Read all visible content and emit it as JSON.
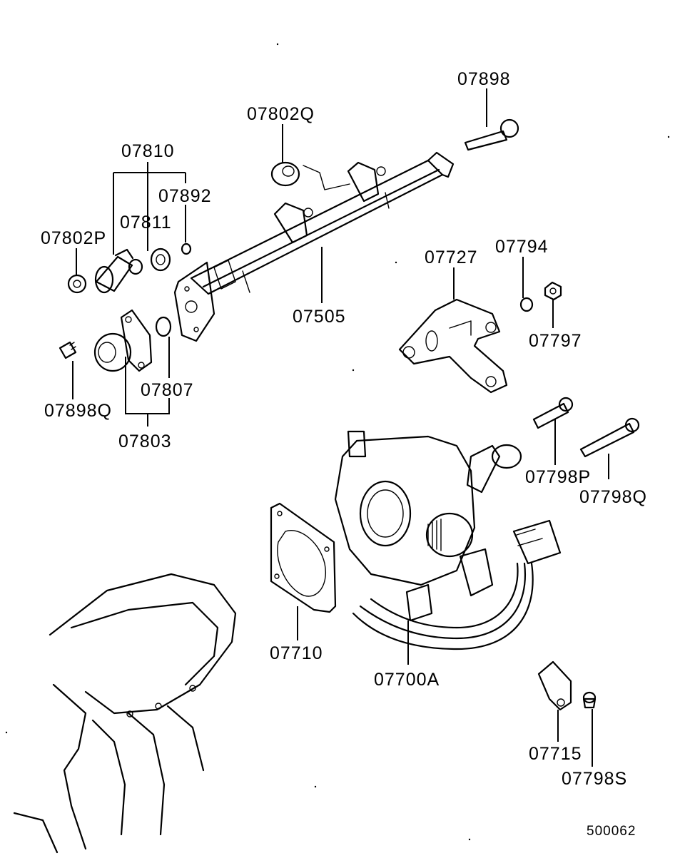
{
  "labels": {
    "p07898": "07898",
    "p07802Q": "07802Q",
    "p07810": "07810",
    "p07892": "07892",
    "p07811": "07811",
    "p07802P": "07802P",
    "p07505": "07505",
    "p07727": "07727",
    "p07794": "07794",
    "p07797": "07797",
    "p07807": "07807",
    "p07898Q": "07898Q",
    "p07803": "07803",
    "p07798P": "07798P",
    "p07798Q": "07798Q",
    "p07710": "07710",
    "p07700A": "07700A",
    "p07715": "07715",
    "p07798S": "07798S"
  },
  "drawing_number": "500062"
}
